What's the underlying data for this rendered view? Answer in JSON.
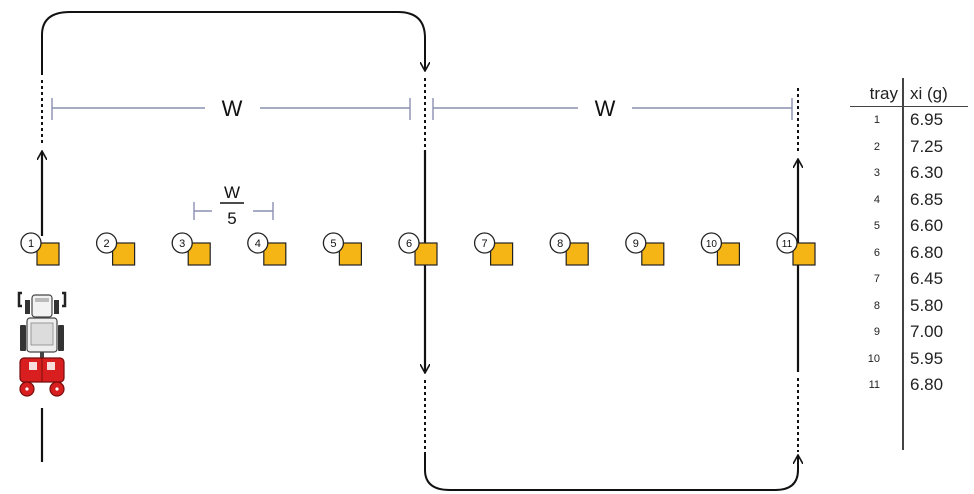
{
  "labels": {
    "w1": "W",
    "w2": "W",
    "frac_num": "W",
    "frac_den": "5"
  },
  "trays": [
    "1",
    "2",
    "3",
    "4",
    "5",
    "6",
    "7",
    "8",
    "9",
    "10",
    "11"
  ],
  "table": {
    "header": {
      "col1": "tray",
      "col2": "xi (g)"
    },
    "rows": [
      {
        "tray": "1",
        "xi": "6.95"
      },
      {
        "tray": "2",
        "xi": "7.25"
      },
      {
        "tray": "3",
        "xi": "6.30"
      },
      {
        "tray": "4",
        "xi": "6.85"
      },
      {
        "tray": "5",
        "xi": "6.60"
      },
      {
        "tray": "6",
        "xi": "6.80"
      },
      {
        "tray": "7",
        "xi": "6.45"
      },
      {
        "tray": "8",
        "xi": "5.80"
      },
      {
        "tray": "9",
        "xi": "7.00"
      },
      {
        "tray": "10",
        "xi": "5.95"
      },
      {
        "tray": "11",
        "xi": "6.80"
      }
    ]
  },
  "colors": {
    "tray": "#f5b514",
    "tractor_red": "#d81e1e",
    "line": "#111111",
    "dim_line": "#8a8fb0"
  }
}
